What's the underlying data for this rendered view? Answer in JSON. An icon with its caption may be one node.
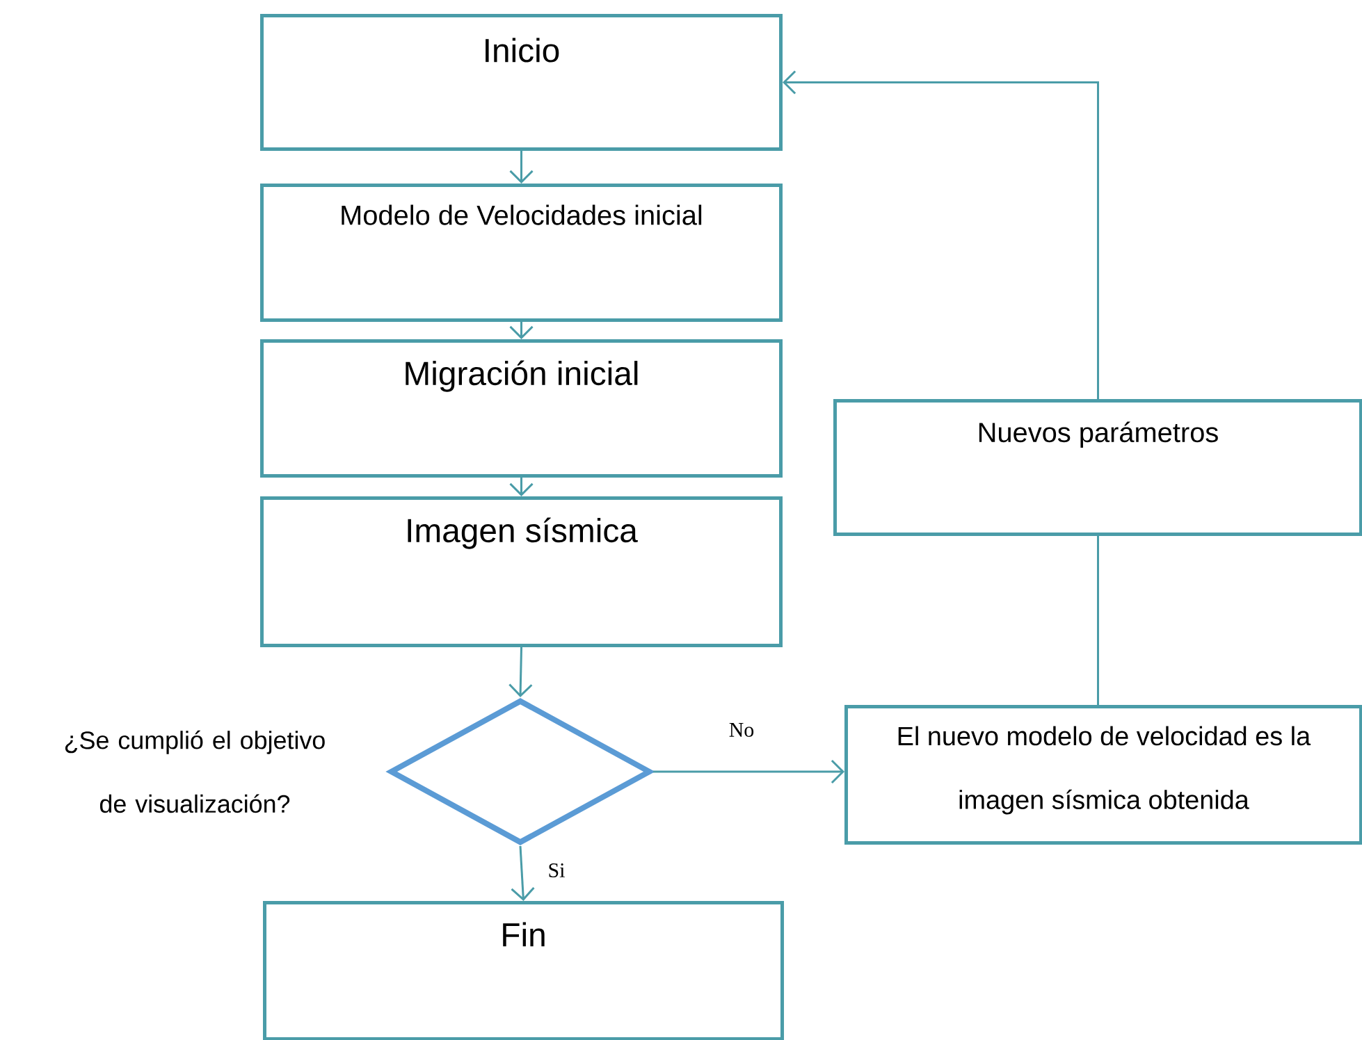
{
  "diagram": {
    "nodes": [
      {
        "text": [
          "Inicio"
        ]
      },
      {
        "text": [
          "Modelo de Velocidades inicial"
        ]
      },
      {
        "text": [
          "Migración inicial"
        ]
      },
      {
        "text": [
          "Imagen sísmica"
        ]
      },
      {
        "text": [],
        "shape": "diamond",
        "beside": [
          "¿Se cumplió el objetivo de visualización?"
        ]
      },
      {
        "text": [
          "Nuevos parámetros"
        ]
      },
      {
        "text": [
          "El nuevo modelo de velocidad es la imagen sísmica obtenida"
        ]
      },
      {
        "text": [
          "Fin"
        ]
      }
    ],
    "edges": [
      {
        "from": 0,
        "to": 1,
        "arrow": "to"
      },
      {
        "from": 1,
        "to": 2,
        "arrow": "to"
      },
      {
        "from": 2,
        "to": 3,
        "arrow": "to"
      },
      {
        "from": 3,
        "to": 4,
        "arrow": "to"
      },
      {
        "from": 4,
        "to": 6,
        "arrow": "to",
        "label": "No"
      },
      {
        "from": 4,
        "to": 7,
        "arrow": "to",
        "label": "Si"
      },
      {
        "from": 6,
        "to": 5,
        "arrow": "none"
      },
      {
        "from": 5,
        "to": 0,
        "arrow": "to"
      }
    ]
  }
}
